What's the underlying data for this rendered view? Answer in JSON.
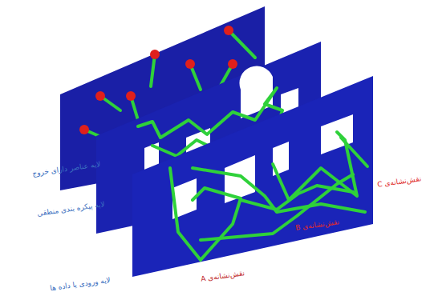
{
  "diagram": {
    "labels": [
      "لایه عناصر دارای خروج",
      "لایه پیکره بندی منطقی",
      "لایه ورودی یا داده ها",
      "نقش‌نشانه‌ی C",
      "نقش‌نشانه‌ی B",
      "نقش‌نشانه‌ی A"
    ]
  }
}
